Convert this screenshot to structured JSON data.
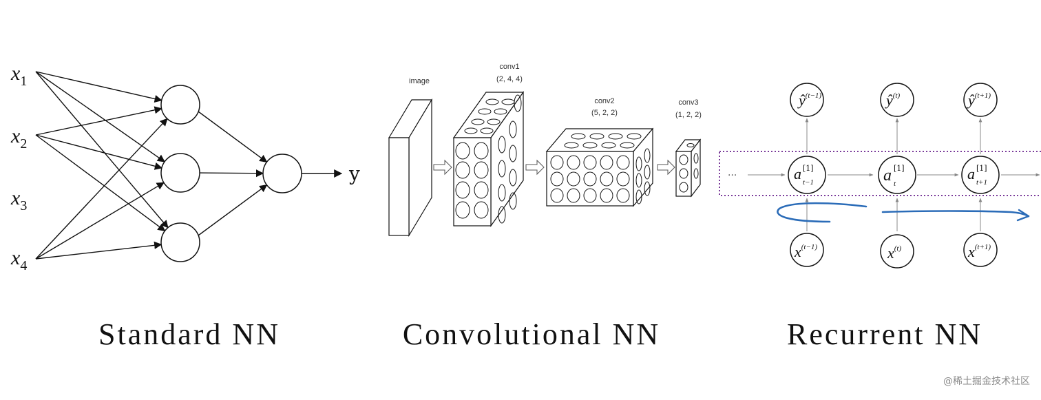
{
  "standard_nn": {
    "inputs": [
      "x",
      "x",
      "x",
      "x"
    ],
    "input_subscripts": [
      "1",
      "2",
      "3",
      "4"
    ],
    "output": "y",
    "caption": "Standard NN"
  },
  "convolutional_nn": {
    "image_label": "image",
    "conv1_label": "conv1",
    "conv1_shape": "(2, 4, 4)",
    "conv2_label": "conv2",
    "conv2_shape": "(5, 2, 2)",
    "conv3_label": "conv3",
    "conv3_shape": "(1, 2, 2)",
    "caption": "Convolutional NN"
  },
  "recurrent_nn": {
    "ellipsis": "···",
    "outputs": [
      {
        "base": "ŷ",
        "sup": "(t−1)"
      },
      {
        "base": "ŷ",
        "sup": "(t)"
      },
      {
        "base": "ŷ",
        "sup": "(t+1)"
      }
    ],
    "hidden": [
      {
        "base": "a",
        "sup": "[1]",
        "sub": "t−1"
      },
      {
        "base": "a",
        "sup": "[1]",
        "sub": "t"
      },
      {
        "base": "a",
        "sup": "[1]",
        "sub": "t+1"
      }
    ],
    "inputs": [
      {
        "base": "x",
        "sup": "(t−1)"
      },
      {
        "base": "x",
        "sup": "(t)"
      },
      {
        "base": "x",
        "sup": "(t+1)"
      }
    ],
    "caption": "Recurrent NN"
  },
  "watermark": "@稀土掘金技术社区",
  "colors": {
    "ink": "#111111",
    "dotted_box": "#7a3b9a",
    "annotation": "#2b6cb8",
    "gray_arrow": "#888888"
  }
}
